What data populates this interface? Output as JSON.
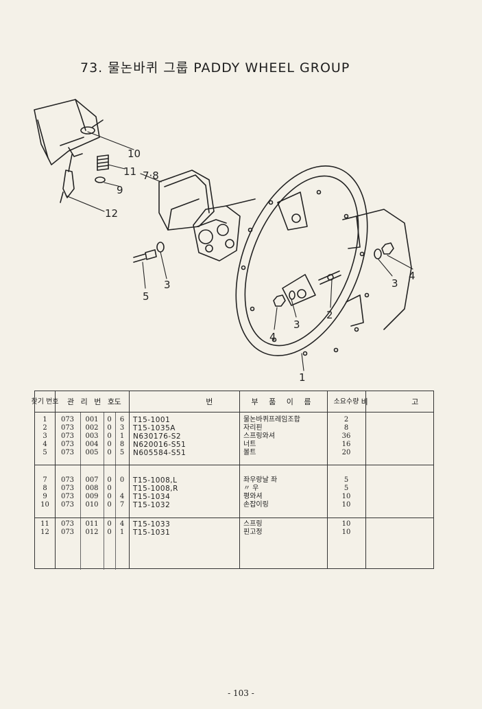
{
  "title": "73. 물논바퀴 그룹 PADDY WHEEL GROUP",
  "callouts": [
    "10",
    "11",
    "7·8",
    "9",
    "12",
    "3",
    "5",
    "4",
    "3",
    "2",
    "3",
    "4",
    "1"
  ],
  "table": {
    "headers": {
      "ref_no": "찾기 번호",
      "mgmt_no": "관 리 번 호",
      "drawing_no": "도 번",
      "part_name": "부 품 이 름",
      "qty": "소요수량",
      "remarks": "비 고"
    },
    "rows": [
      {
        "ref": "1",
        "a": "073",
        "b": "001",
        "c": "0",
        "d": "6",
        "drawing": "T15-1001",
        "name": "물논바퀴프레임조합",
        "qty": "2"
      },
      {
        "ref": "2",
        "a": "073",
        "b": "002",
        "c": "0",
        "d": "3",
        "drawing": "T15-1035A",
        "name": "자리핀",
        "qty": "8"
      },
      {
        "ref": "3",
        "a": "073",
        "b": "003",
        "c": "0",
        "d": "1",
        "drawing": "N630176-S2",
        "name": "스프링와셔",
        "qty": "36"
      },
      {
        "ref": "4",
        "a": "073",
        "b": "004",
        "c": "0",
        "d": "8",
        "drawing": "N620016-S51",
        "name": "너트",
        "qty": "16"
      },
      {
        "ref": "5",
        "a": "073",
        "b": "005",
        "c": "0",
        "d": "5",
        "drawing": "N605584-S51",
        "name": "볼트",
        "qty": "20"
      },
      {
        "ref": "7",
        "a": "073",
        "b": "007",
        "c": "0",
        "d": "0",
        "drawing": "T15-1008,L",
        "name": "좌우랑날 좌",
        "qty": "5"
      },
      {
        "ref": "8",
        "a": "073",
        "b": "008",
        "c": "0",
        "d": "",
        "drawing": "T15-1008,R",
        "name": "〃 우",
        "qty": "5"
      },
      {
        "ref": "9",
        "a": "073",
        "b": "009",
        "c": "0",
        "d": "4",
        "drawing": "T15-1034",
        "name": "평와셔",
        "qty": "10"
      },
      {
        "ref": "10",
        "a": "073",
        "b": "010",
        "c": "0",
        "d": "7",
        "drawing": "T15-1032",
        "name": "손잡이링",
        "qty": "10"
      },
      {
        "ref": "11",
        "a": "073",
        "b": "011",
        "c": "0",
        "d": "4",
        "drawing": "T15-1033",
        "name": "스프링",
        "qty": "10"
      },
      {
        "ref": "12",
        "a": "073",
        "b": "012",
        "c": "0",
        "d": "1",
        "drawing": "T15-1031",
        "name": "핀고정",
        "qty": "10"
      }
    ]
  },
  "page_number": "- 103 -"
}
